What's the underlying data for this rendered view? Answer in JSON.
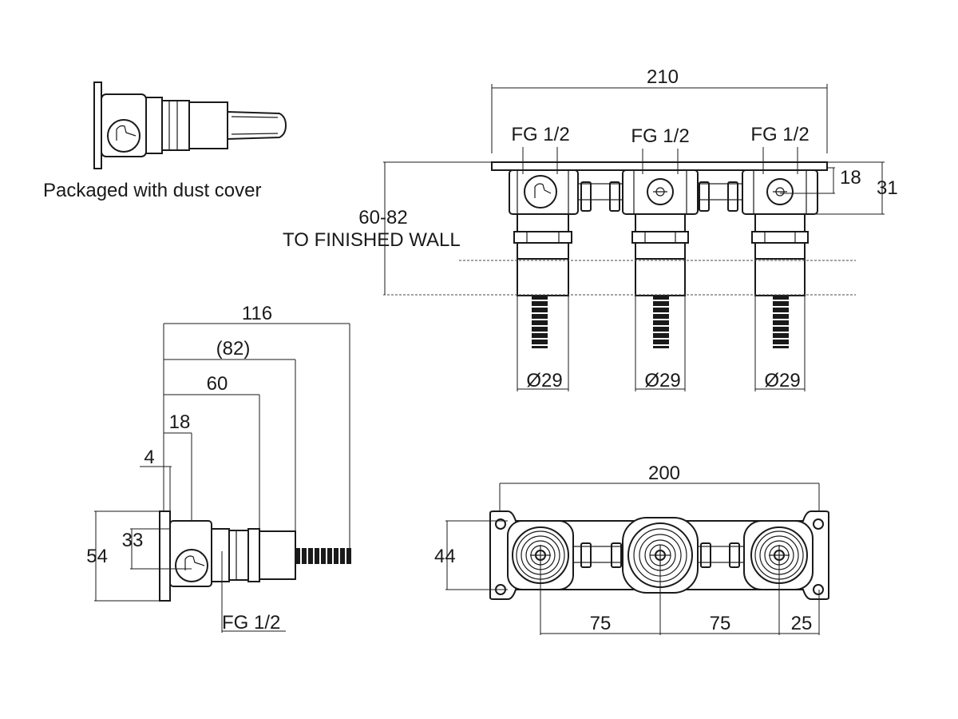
{
  "notes": {
    "packaged": "Packaged with dust cover",
    "wall_range": "60-82",
    "wall_label": "TO FINISHED WALL"
  },
  "top_view": {
    "width": "210",
    "height_total": "31",
    "height_inner": "18",
    "ports": [
      "FG 1/2",
      "FG 1/2",
      "FG 1/2"
    ],
    "diameters": [
      "Ø29",
      "Ø29",
      "Ø29"
    ]
  },
  "side_view": {
    "d116": "116",
    "d82": "(82)",
    "d60": "60",
    "d18": "18",
    "d4": "4",
    "d33": "33",
    "d54": "54",
    "port": "FG 1/2"
  },
  "front_view": {
    "width": "200",
    "height": "44",
    "spacing": [
      "75",
      "75",
      "25"
    ]
  }
}
